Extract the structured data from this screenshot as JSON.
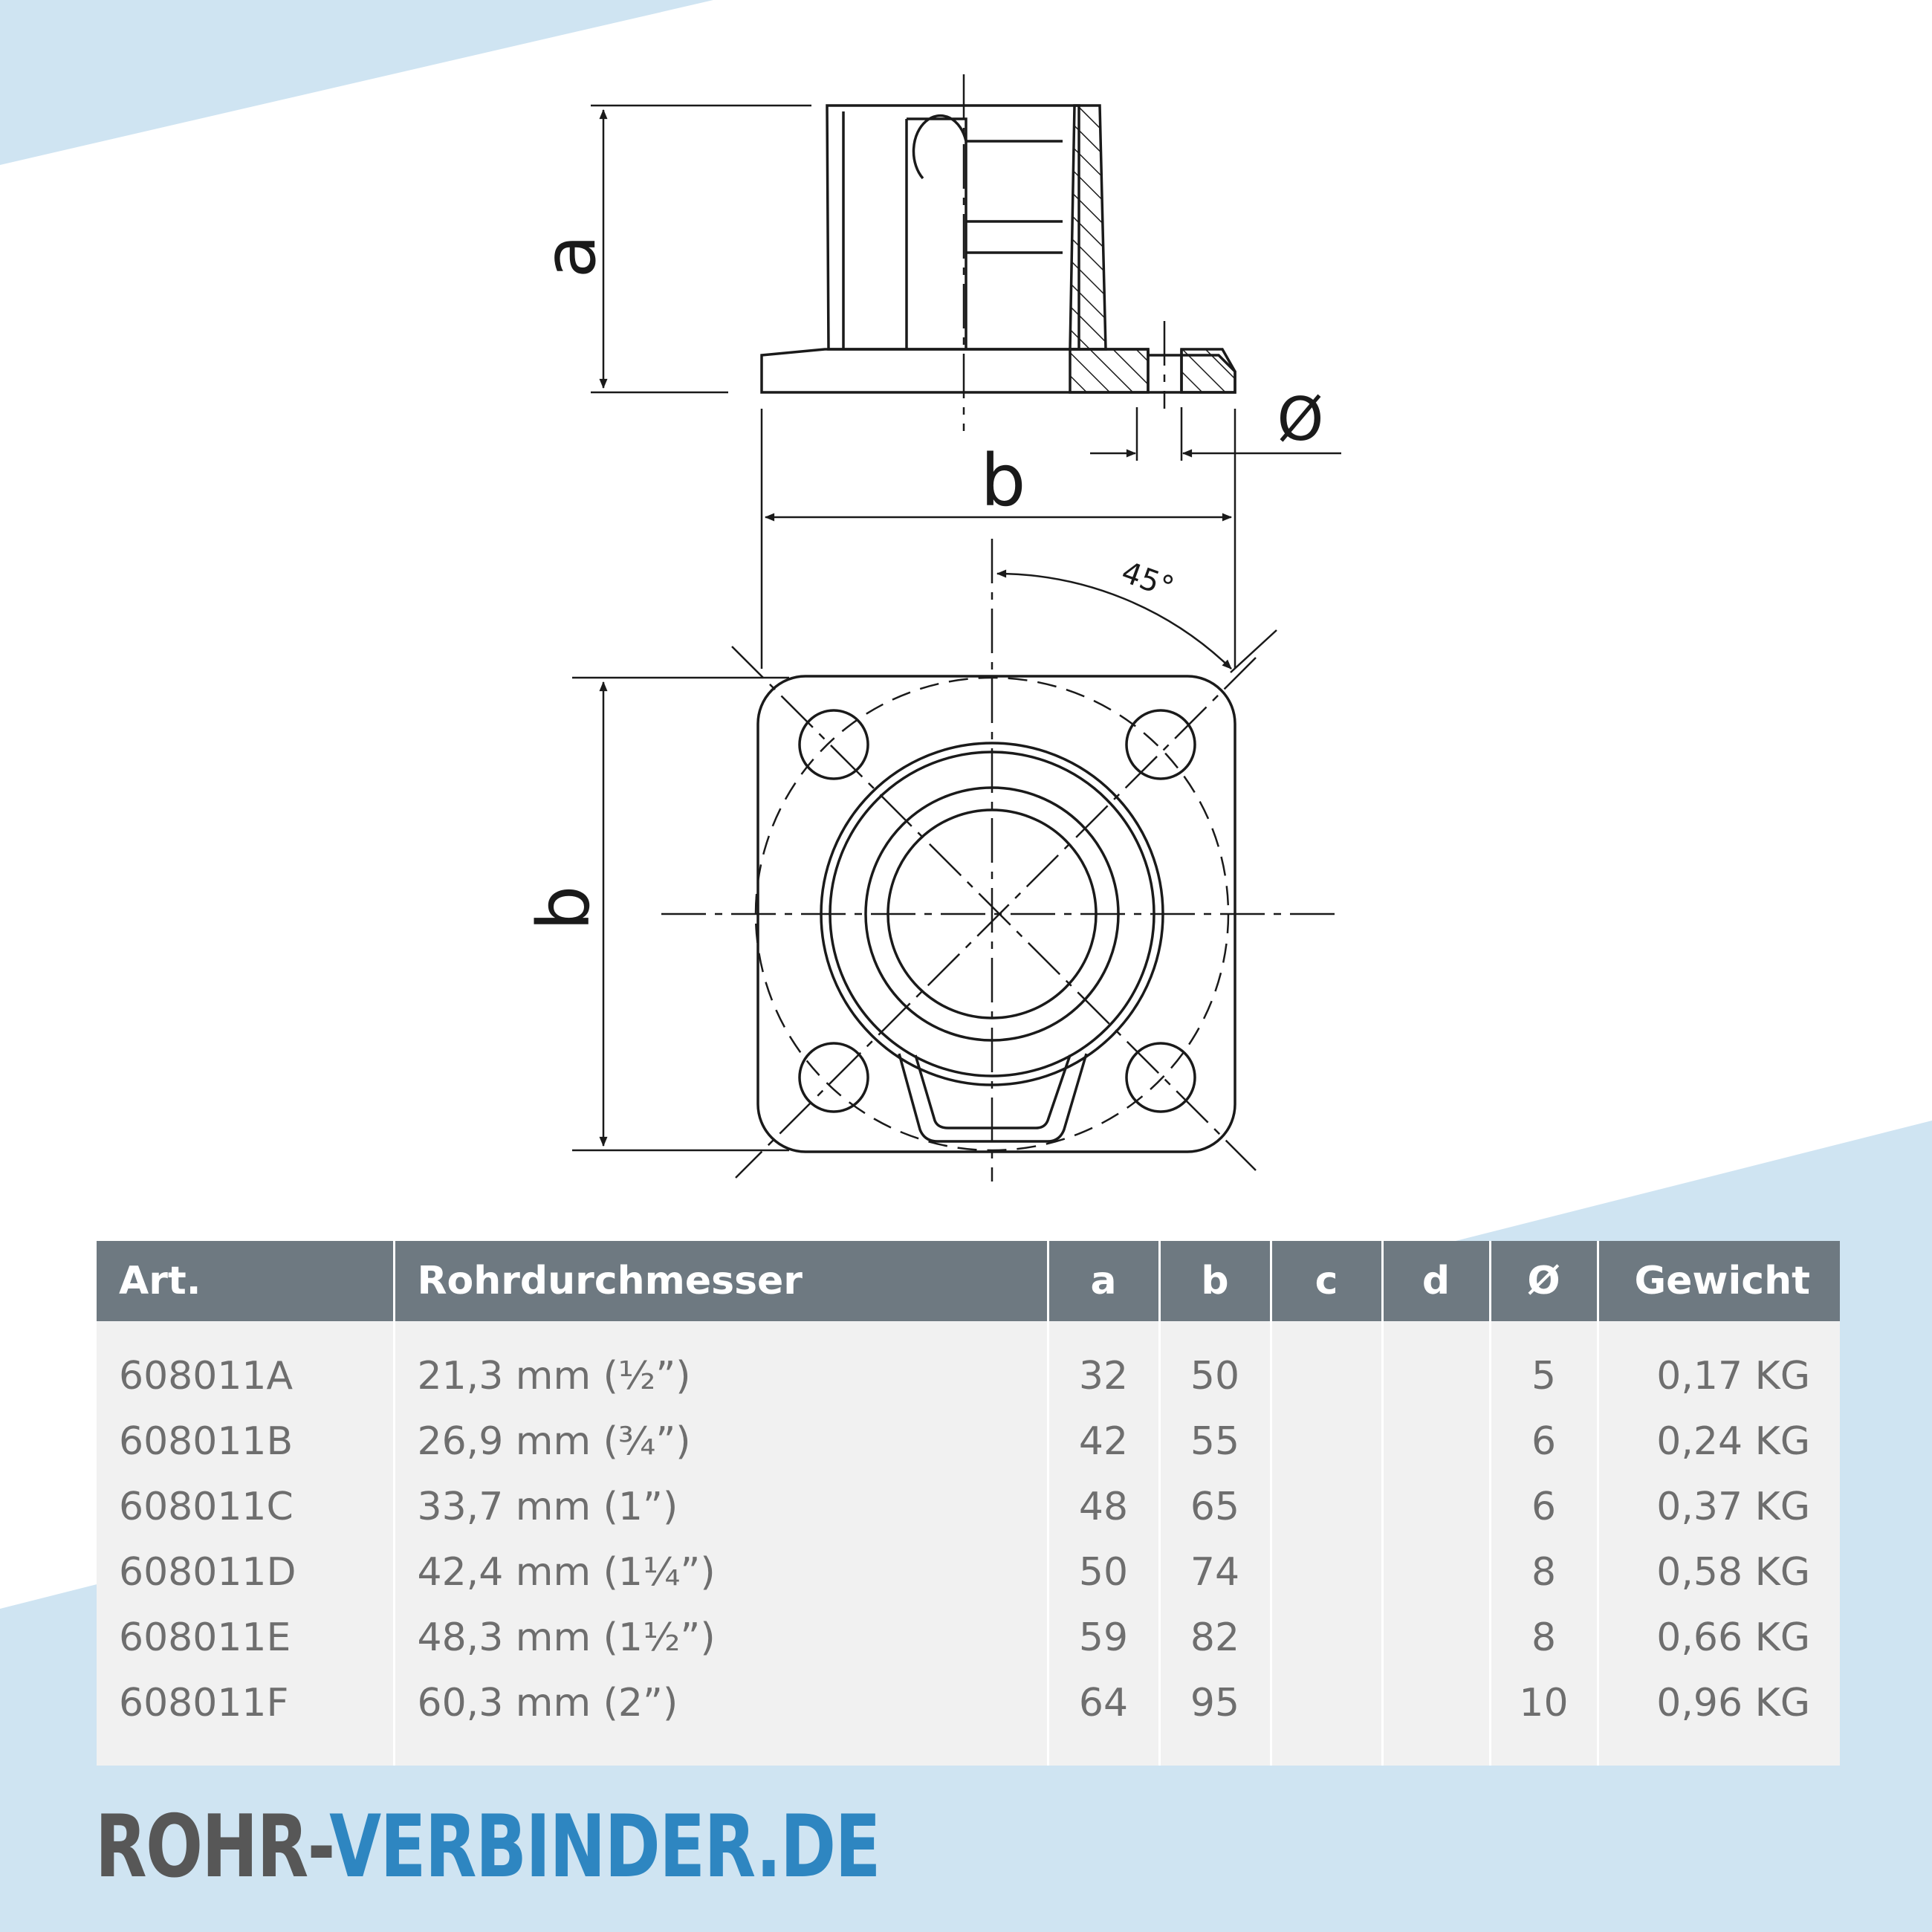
{
  "drawing": {
    "labels": {
      "a": "a",
      "b_top": "b",
      "b_side": "b",
      "diameter": "Ø",
      "angle": "45°"
    }
  },
  "table": {
    "headers": [
      "Art.",
      "Rohrdurchmesser",
      "a",
      "b",
      "c",
      "d",
      "Ø",
      "Gewicht"
    ],
    "rows": [
      [
        "608011A",
        "21,3 mm (½”)",
        "32",
        "50",
        "",
        "",
        "5",
        "0,17 KG"
      ],
      [
        "608011B",
        "26,9 mm (¾”)",
        "42",
        "55",
        "",
        "",
        "6",
        "0,24 KG"
      ],
      [
        "608011C",
        "33,7 mm (1”)",
        "48",
        "65",
        "",
        "",
        "6",
        "0,37 KG"
      ],
      [
        "608011D",
        "42,4 mm (1¼”)",
        "50",
        "74",
        "",
        "",
        "8",
        "0,58 KG"
      ],
      [
        "608011E",
        "48,3 mm (1½”)",
        "59",
        "82",
        "",
        "",
        "8",
        "0,66 KG"
      ],
      [
        "608011F",
        "60,3 mm (2”)",
        "64",
        "95",
        "",
        "",
        "10",
        "0,96 KG"
      ]
    ]
  },
  "brand": {
    "part1": "ROHR-",
    "part2": "VERBINDER.DE"
  },
  "colors": {
    "header_bg": "#6e7981",
    "row_bg": "#f1f1f1",
    "band": "#cfe4f2",
    "brand_gray": "#575757",
    "brand_blue": "#2e86c1"
  }
}
